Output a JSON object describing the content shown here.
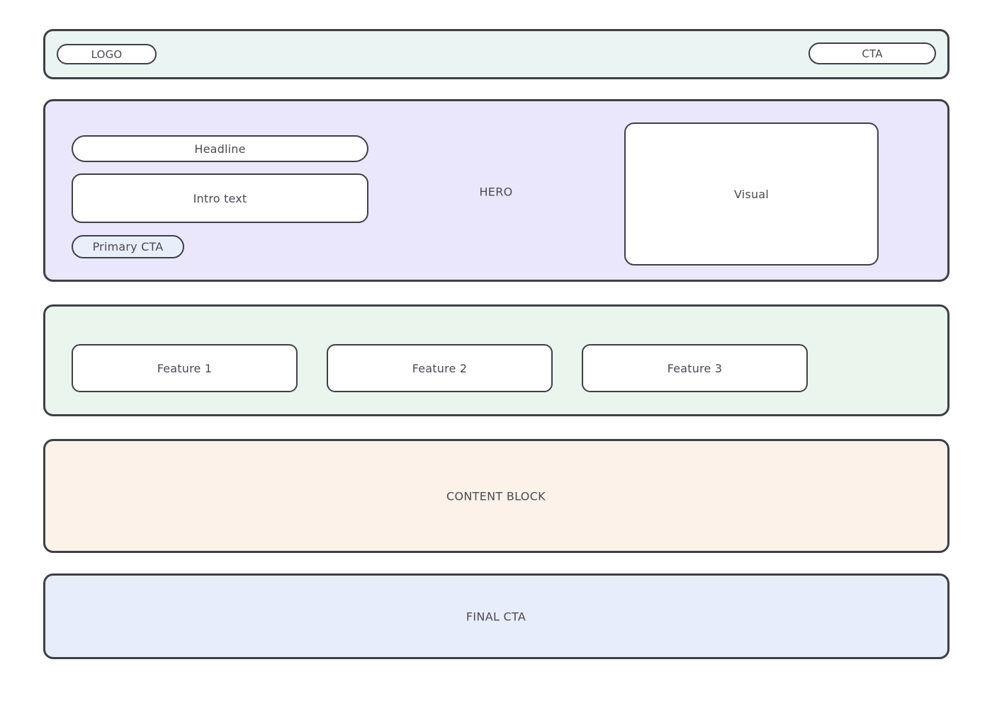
{
  "page": {
    "type": "landing-page-wireframe",
    "background": "#ffffff",
    "stroke_color": "#3f3f46",
    "text_color": "#4a4a52"
  },
  "header": {
    "label": "",
    "background": "#e9f4f3",
    "logo": "LOGO",
    "cta": "CTA"
  },
  "hero": {
    "label": "HERO",
    "background": "#eae7fc",
    "headline": "Headline",
    "intro_text": "Intro text",
    "primary_cta": "Primary CTA",
    "primary_cta_background": "#e9eefb",
    "visual": "Visual"
  },
  "features": {
    "background": "#eaf6ed",
    "cards": [
      {
        "label": "Feature 1"
      },
      {
        "label": "Feature 2"
      },
      {
        "label": "Feature 3"
      }
    ]
  },
  "content": {
    "label": "CONTENT BLOCK",
    "background": "#fdf2e9"
  },
  "final_cta": {
    "label": "FINAL CTA",
    "background": "#e8edfb"
  }
}
